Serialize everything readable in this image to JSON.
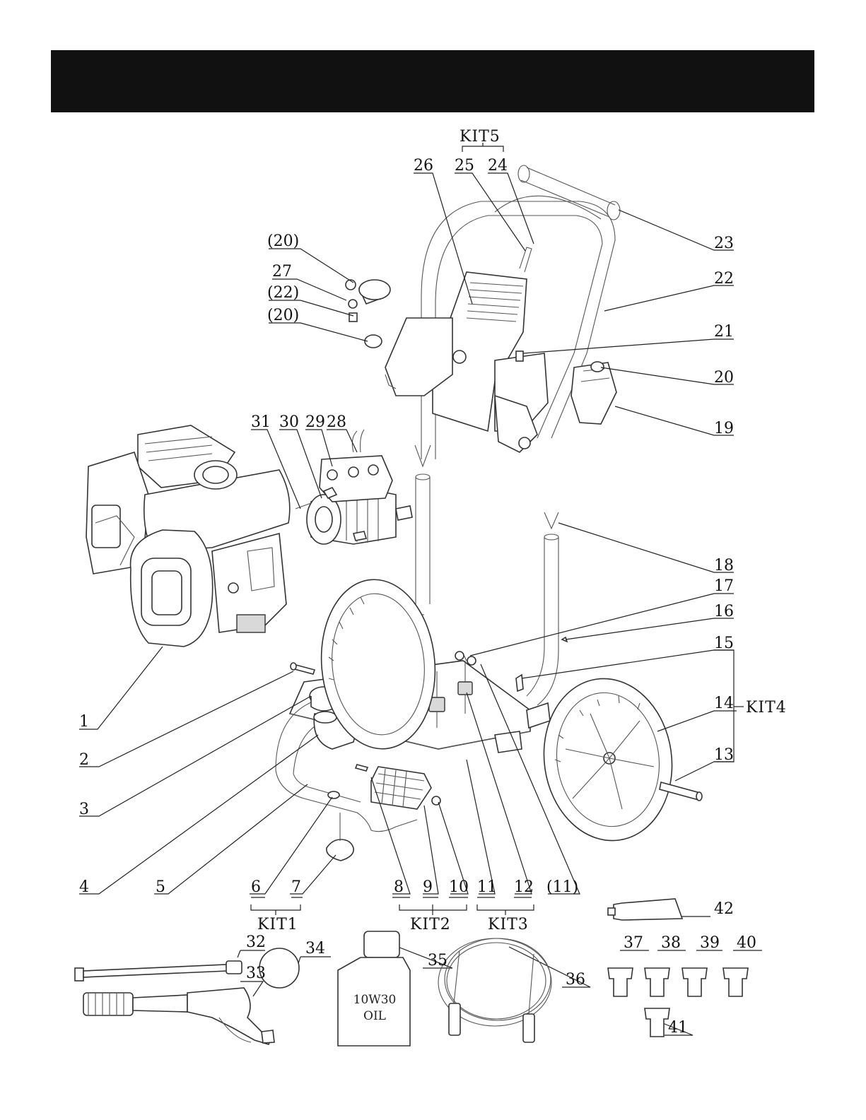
{
  "header": {
    "title": ""
  },
  "labels": {
    "p1": "1",
    "p2": "2",
    "p3": "3",
    "p4": "4",
    "p5": "5",
    "p6": "6",
    "p7": "7",
    "p8": "8",
    "p9": "9",
    "p10": "10",
    "p11": "11",
    "p12": "12",
    "p11b": "(11)",
    "p13": "13",
    "p14": "14",
    "p15": "15",
    "p16": "16",
    "p17": "17",
    "p18": "18",
    "p19": "19",
    "p20": "20",
    "p21": "21",
    "p22": "22",
    "p23": "23",
    "p24": "24",
    "p25": "25",
    "p26": "26",
    "p27": "27",
    "p20a": "(20)",
    "p22b": "(22)",
    "p20b": "(20)",
    "p28": "28",
    "p29": "29",
    "p30": "30",
    "p31": "31",
    "p32": "32",
    "p33": "33",
    "p34": "34",
    "p35": "35",
    "p36": "36",
    "p37": "37",
    "p38": "38",
    "p39": "39",
    "p40": "40",
    "p41": "41",
    "p42": "42"
  },
  "kits": {
    "kit1": "KIT1",
    "kit2": "KIT2",
    "kit3": "KIT3",
    "kit4": "KIT4",
    "kit5": "KIT5"
  },
  "oil_bottle": {
    "line1": "10W30",
    "line2": "OIL"
  }
}
